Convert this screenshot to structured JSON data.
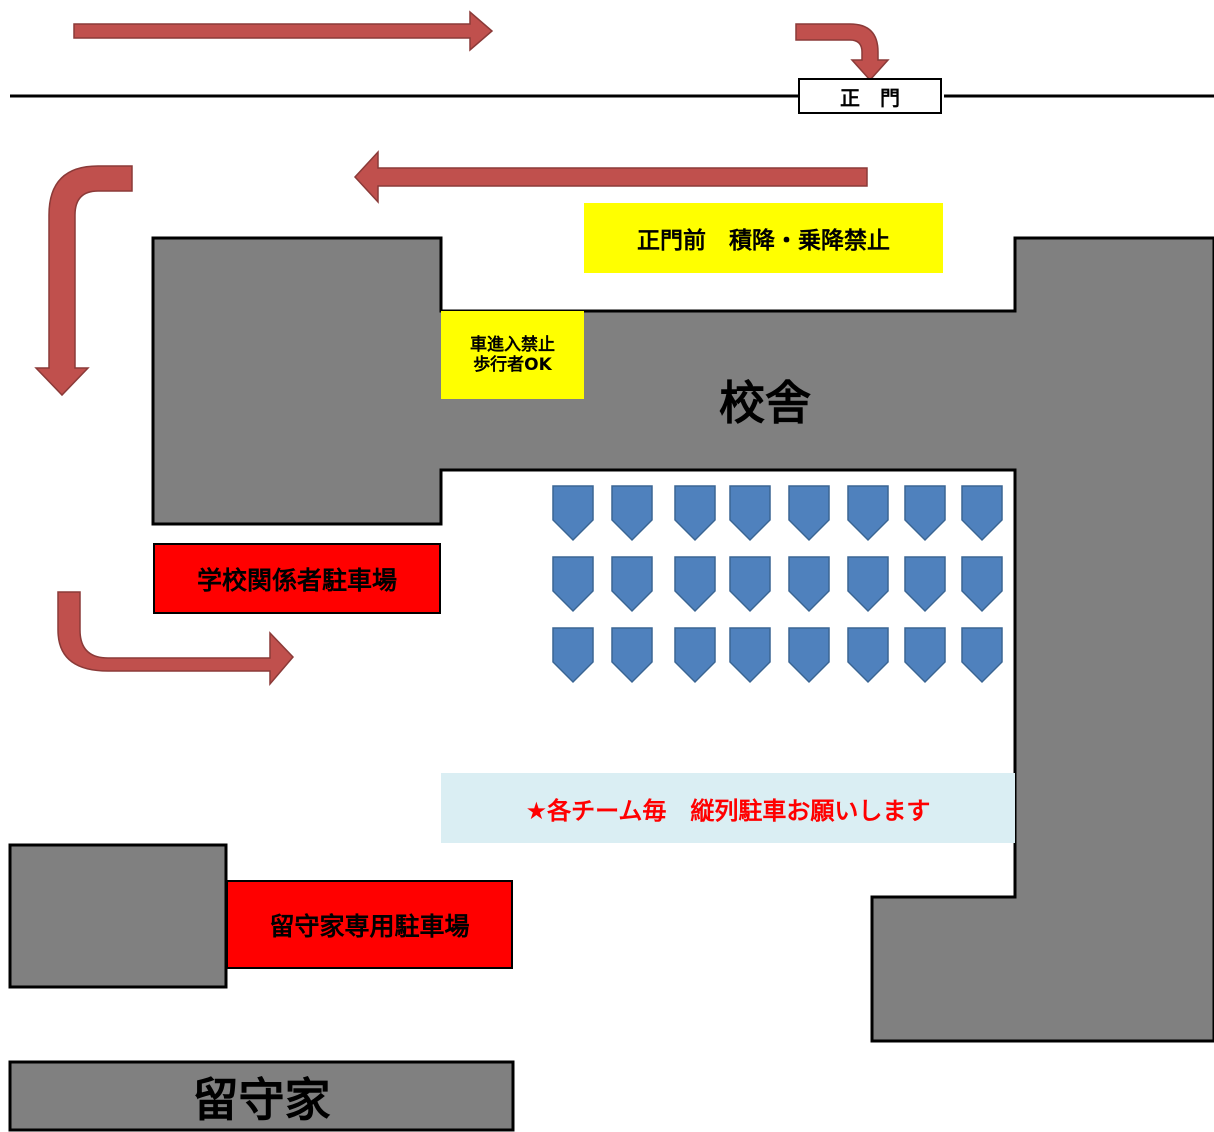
{
  "labels": {
    "main_gate": "正　門",
    "no_stop_notice": "正門前　積降・乗降禁止",
    "no_car_line1": "車進入禁止",
    "no_car_line2": "歩行者OK",
    "school_building": "校舎",
    "staff_parking": "学校関係者駐車場",
    "tandem_notice": "★各チーム毎　縦列駐車お願いします",
    "caretaker_parking": "留守家専用駐車場",
    "caretaker_house": "留守家"
  },
  "parking_grid": {
    "rows": 3,
    "columns": 8,
    "color": "#4f81bd"
  },
  "colors": {
    "building": "#808080",
    "arrow": "#c0504d",
    "notice_yellow": "#ffff00",
    "parking_red": "#ff0000",
    "notice_blue_bg": "#daeef3",
    "notice_red_text": "#ff0000"
  }
}
